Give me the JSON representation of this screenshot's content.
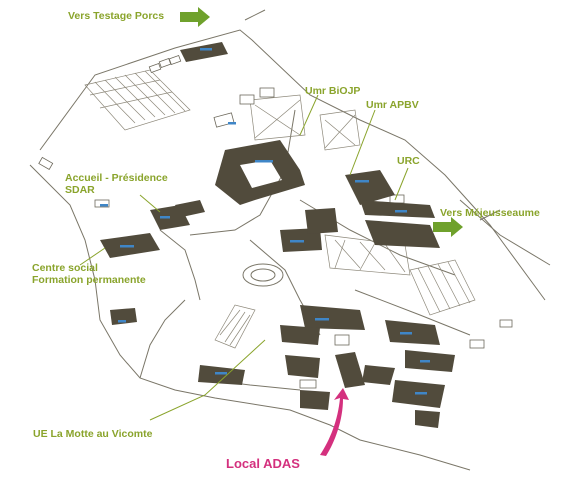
{
  "labels": {
    "vers_testage": "Vers Testage Porcs",
    "umr_biojp": "Umr BiOJP",
    "umr_apbv": "Umr APBV",
    "accueil_line1": "Accueil - Présidence",
    "accueil_line2": "SDAR",
    "urc": "URC",
    "vers_mejeusseaume": "Vers Méjeusseaume",
    "centre_line1": "Centre social",
    "centre_line2": "Formation permanente",
    "ue_la_motte": "UE La Motte au Vicomte",
    "local_adas": "Local ADAS"
  },
  "colors": {
    "label_green": "#8aa42c",
    "arrow_green": "#6fa12c",
    "highlight_pink": "#d4307e",
    "building": "#514b3c",
    "accent_blue": "#3f86c7"
  },
  "icons": {
    "direction_arrow": "arrow-right-icon",
    "location_pointer": "curved-arrow-up-icon"
  }
}
